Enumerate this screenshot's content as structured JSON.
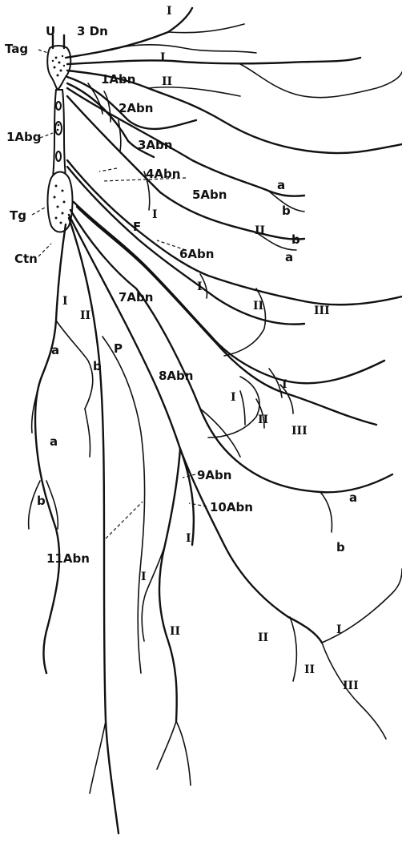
{
  "labels": {
    "dorsal_nerve_3": "3 Dn",
    "terminal_abdominal_ganglion": "Tag",
    "first_abdominal_ganglion": "1Abg",
    "thoracic_ganglion": "Tg",
    "connective": "Ctn",
    "abn1": "1Abn",
    "abn2": "2Abn",
    "abn3": "3Abn",
    "abn4": "4Abn",
    "abn5": "5Abn",
    "abn6": "6Abn",
    "abn7": "7Abn",
    "abn8": "8Abn",
    "abn9": "9Abn",
    "abn10": "10Abn",
    "abn11": "11Abn",
    "f": "F",
    "p": "P",
    "u": "U"
  },
  "branch_markers": {
    "I": "I",
    "II": "II",
    "III": "III",
    "a": "a",
    "b": "b"
  }
}
